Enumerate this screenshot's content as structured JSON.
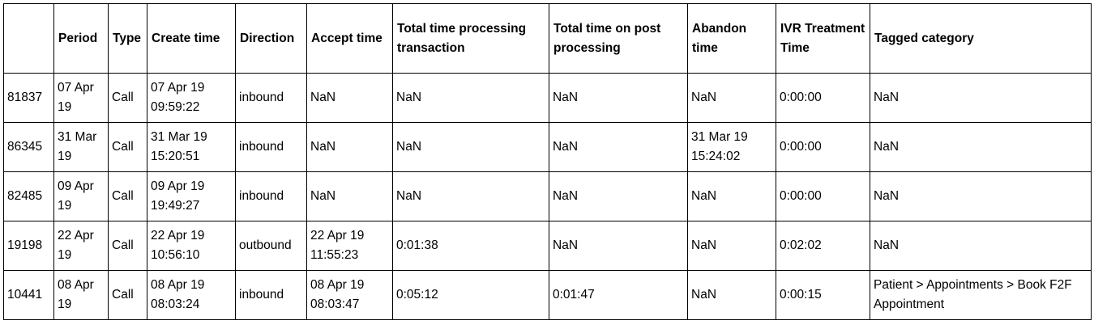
{
  "table": {
    "columns": [
      "",
      "Period",
      "Type",
      "Create time",
      "Direction",
      "Accept time",
      "Total time processing transaction",
      "Total time on post processing",
      "Abandon time",
      "IVR Treatment Time",
      "Tagged category"
    ],
    "rows": [
      [
        "81837",
        "07 Apr 19",
        "Call",
        "07 Apr 19 09:59:22",
        "inbound",
        "NaN",
        "NaN",
        "NaN",
        "NaN",
        "0:00:00",
        "NaN"
      ],
      [
        "86345",
        "31 Mar 19",
        "Call",
        "31 Mar 19 15:20:51",
        "inbound",
        "NaN",
        "NaN",
        "NaN",
        "31 Mar 19 15:24:02",
        "0:00:00",
        "NaN"
      ],
      [
        "82485",
        "09 Apr 19",
        "Call",
        "09 Apr 19 19:49:27",
        "inbound",
        "NaN",
        "NaN",
        "NaN",
        "NaN",
        "0:00:00",
        "NaN"
      ],
      [
        "19198",
        "22 Apr 19",
        "Call",
        "22 Apr 19 10:56:10",
        "outbound",
        "22 Apr 19 11:55:23",
        "0:01:38",
        "NaN",
        "NaN",
        "0:02:02",
        "NaN"
      ],
      [
        "10441",
        "08 Apr 19",
        "Call",
        "08 Apr 19 08:03:24",
        "inbound",
        "08 Apr 19 08:03:47",
        "0:05:12",
        "0:01:47",
        "NaN",
        "0:00:15",
        "Patient > Appointments > Book F2F Appointment"
      ]
    ]
  }
}
